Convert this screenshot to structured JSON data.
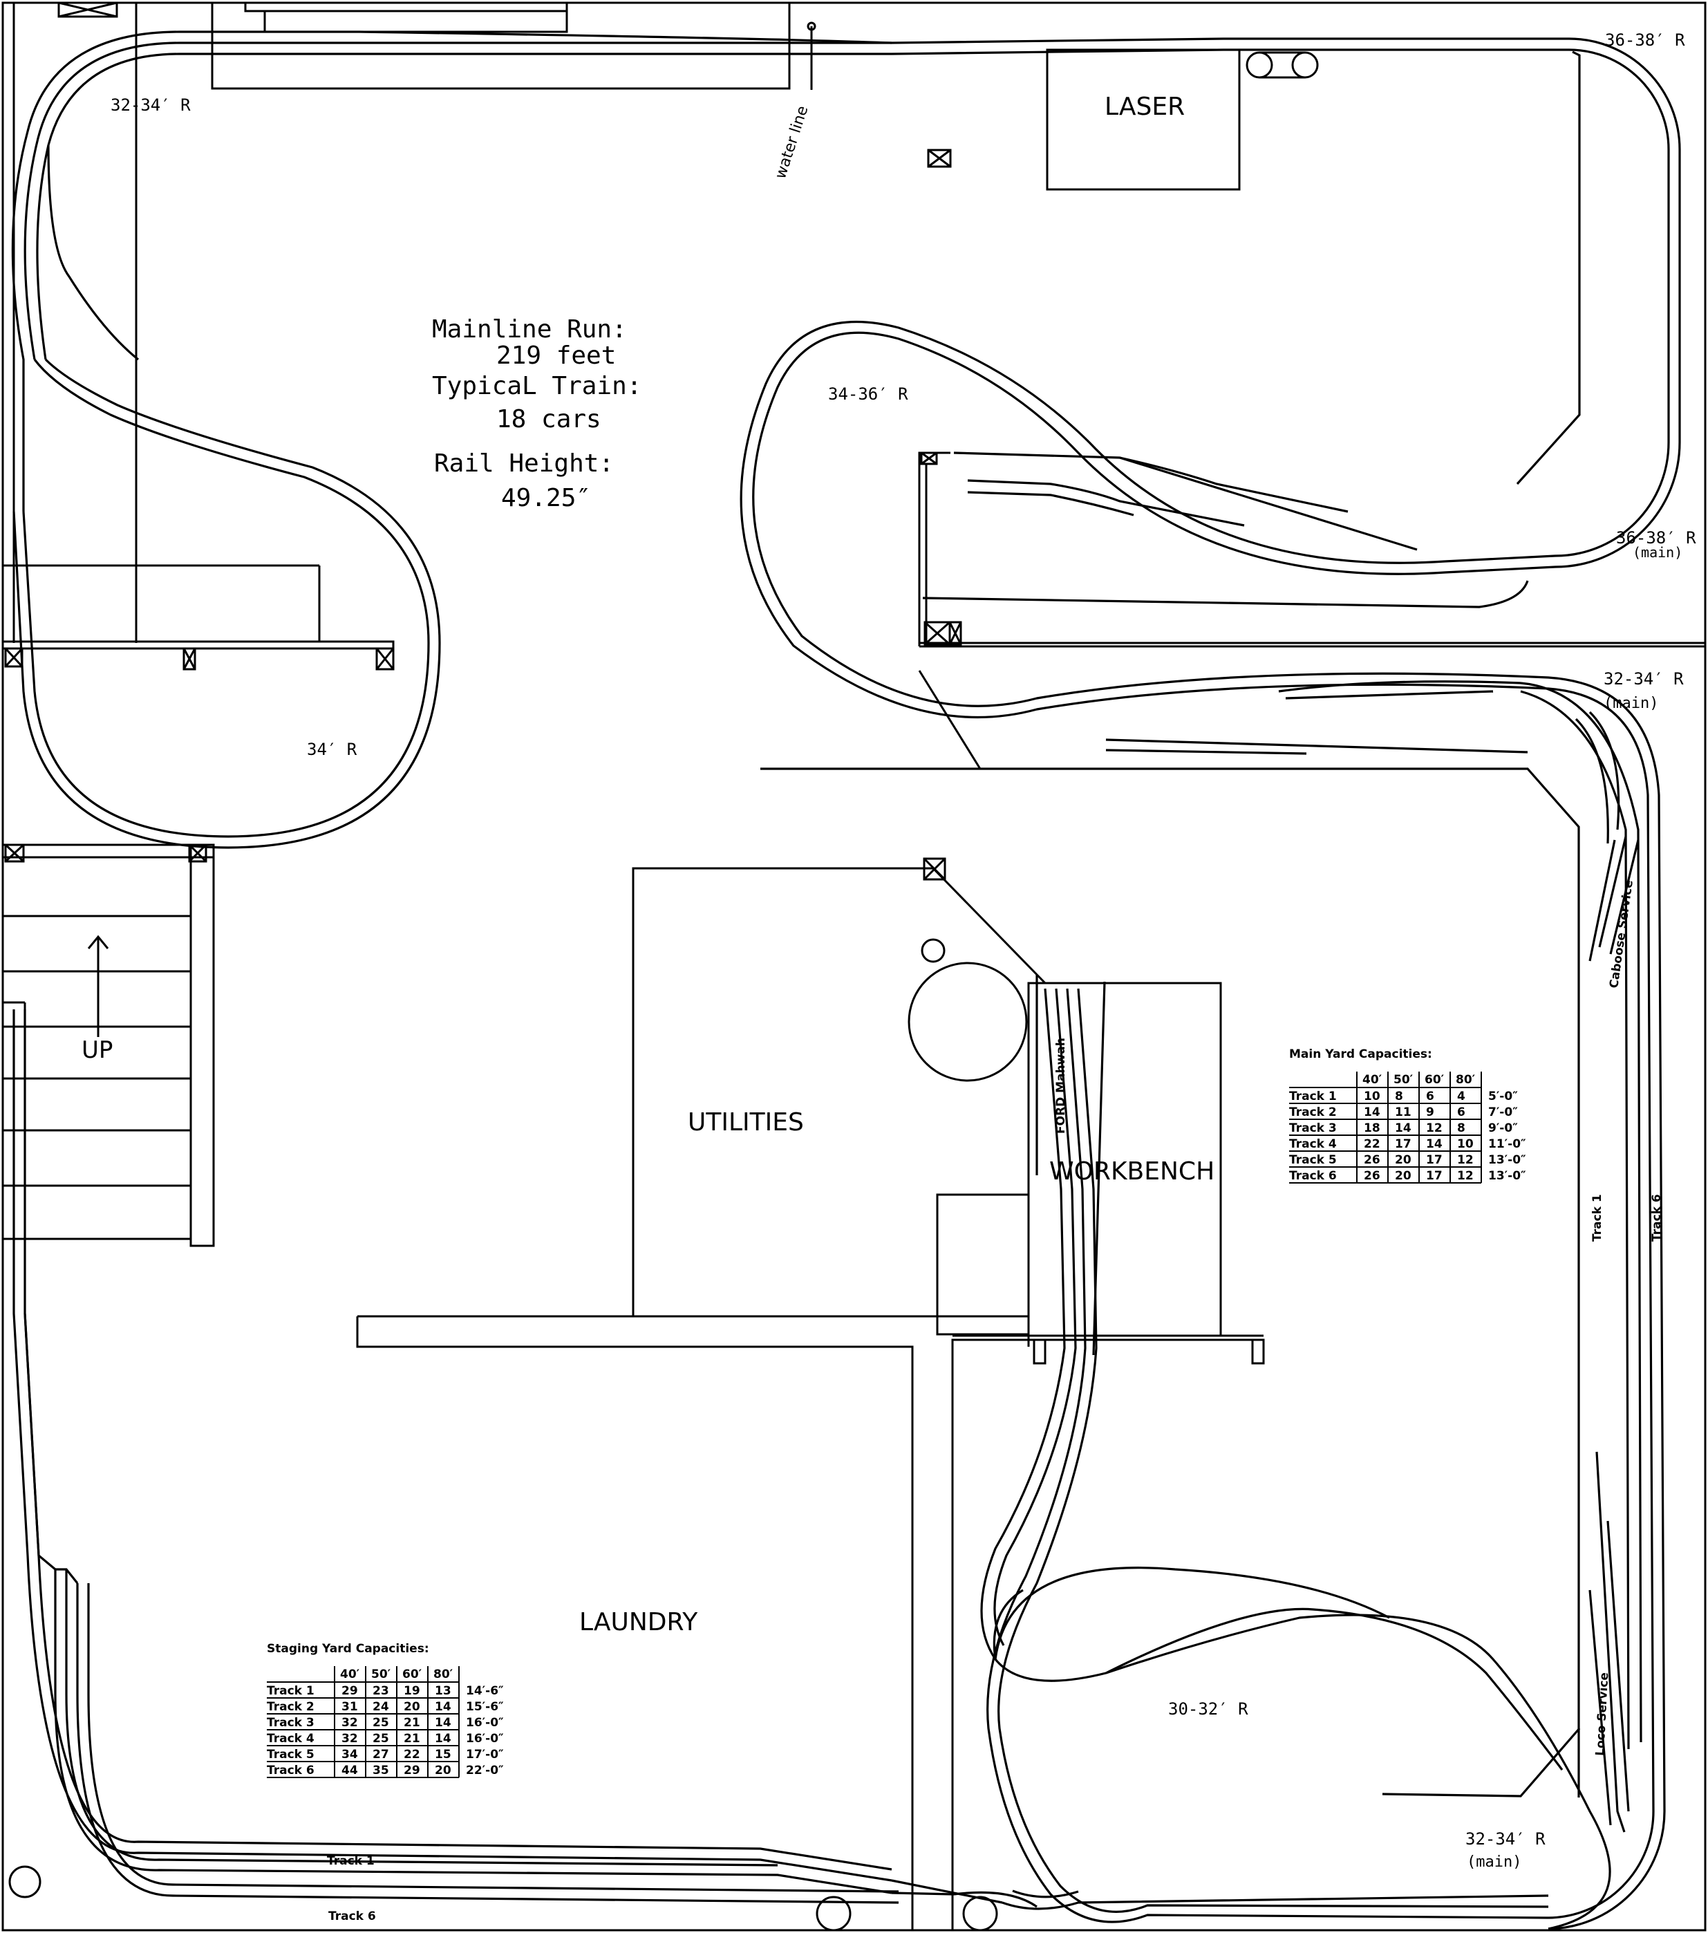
{
  "rooms": {
    "laser": "LASER",
    "utilities": "UTILITIES",
    "workbench": "WORKBENCH",
    "laundry": "LAUNDRY"
  },
  "stairs": {
    "label": "UP"
  },
  "water_line": "water line",
  "info": {
    "run_label": "Mainline Run:",
    "run_value": "219 feet",
    "train_label": "TypicaL Train:",
    "train_value": "18 cars",
    "rail_label": "Rail Height:",
    "rail_value": "49.25″"
  },
  "radii": {
    "nw": "32-34′ R",
    "ne": "36-38′ R",
    "center_loop": "34-36′ R",
    "east_upper": "36-38′ R",
    "east_upper_sub": "(main)",
    "east_lower": "32-34′ R",
    "east_lower_sub": "(main)",
    "west_loop": "34′ R",
    "se_loop": "30-32′ R",
    "se_corner": "32-34′ R",
    "se_corner_sub": "(main)"
  },
  "track_labels": {
    "caboose": "Caboose Service",
    "loco": "Loco Service",
    "ford": "FORD Mahwah",
    "main_track_1": "Track 1",
    "main_track_6": "Track 6",
    "staging_track_1": "Track 1",
    "staging_track_6": "Track 6"
  },
  "main_yard": {
    "title": "Main Yard Capacities:",
    "headers": [
      "40′",
      "50′",
      "60′",
      "80′"
    ],
    "rows": [
      {
        "name": "Track 1",
        "values": [
          "10",
          "8",
          "6",
          "4"
        ],
        "length": "5′-0″"
      },
      {
        "name": "Track 2",
        "values": [
          "14",
          "11",
          "9",
          "6"
        ],
        "length": "7′-0″"
      },
      {
        "name": "Track 3",
        "values": [
          "18",
          "14",
          "12",
          "8"
        ],
        "length": "9′-0″"
      },
      {
        "name": "Track 4",
        "values": [
          "22",
          "17",
          "14",
          "10"
        ],
        "length": "11′-0″"
      },
      {
        "name": "Track 5",
        "values": [
          "26",
          "20",
          "17",
          "12"
        ],
        "length": "13′-0″"
      },
      {
        "name": "Track 6",
        "values": [
          "26",
          "20",
          "17",
          "12"
        ],
        "length": "13′-0″"
      }
    ]
  },
  "staging_yard": {
    "title": "Staging Yard Capacities:",
    "headers": [
      "40′",
      "50′",
      "60′",
      "80′"
    ],
    "rows": [
      {
        "name": "Track 1",
        "values": [
          "29",
          "23",
          "19",
          "13"
        ],
        "length": "14′-6″"
      },
      {
        "name": "Track 2",
        "values": [
          "31",
          "24",
          "20",
          "14"
        ],
        "length": "15′-6″"
      },
      {
        "name": "Track 3",
        "values": [
          "32",
          "25",
          "21",
          "14"
        ],
        "length": "16′-0″"
      },
      {
        "name": "Track 4",
        "values": [
          "32",
          "25",
          "21",
          "14"
        ],
        "length": "16′-0″"
      },
      {
        "name": "Track 5",
        "values": [
          "34",
          "27",
          "22",
          "15"
        ],
        "length": "17′-0″"
      },
      {
        "name": "Track 6",
        "values": [
          "44",
          "35",
          "29",
          "20"
        ],
        "length": "22′-0″"
      }
    ]
  }
}
